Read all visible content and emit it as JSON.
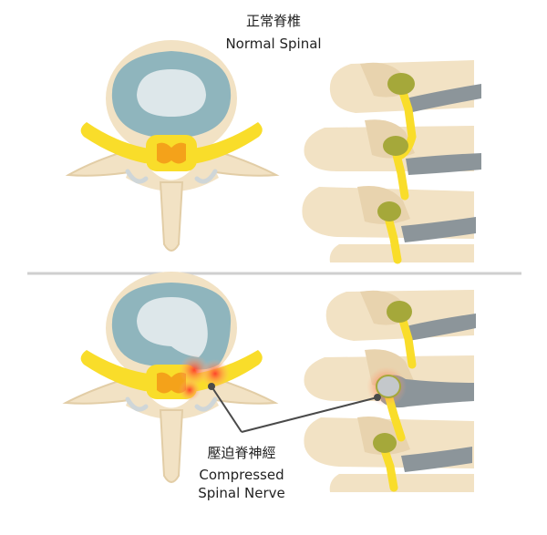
{
  "labels": {
    "normal_zh": "正常脊椎",
    "normal_en": "Normal Spinal",
    "compressed_zh": "壓迫脊神經",
    "compressed_en_line1": "Compressed",
    "compressed_en_line2": "Spinal Nerve"
  },
  "colors": {
    "bone": "#f2e2c4",
    "bone_shadow": "#e2cda6",
    "disc_outer": "#8fb5bd",
    "disc_inner": "#dde7ea",
    "nerve": "#f9dd2a",
    "nerve_core": "#f4a21a",
    "ganglion": "#a5a83a",
    "ligament": "#8c959a",
    "inflammation": "#ee4a3c",
    "divider": "#cfcfcf",
    "pointer": "#4a4a4a"
  }
}
